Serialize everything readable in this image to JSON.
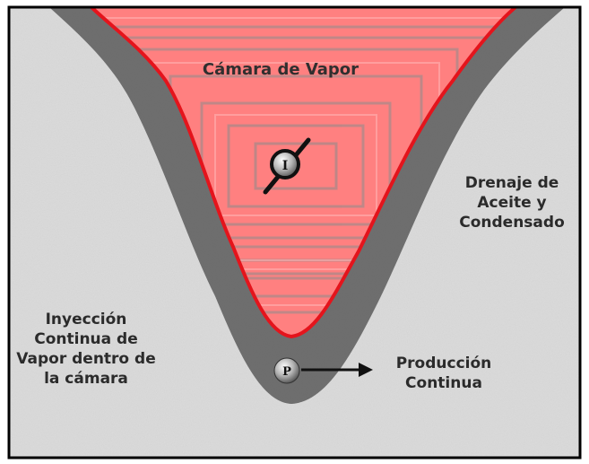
{
  "diagram": {
    "chamber_label": "Cámara de Vapor",
    "drainage_label": [
      "Drenaje de",
      "Aceite y",
      "Condensado"
    ],
    "injection_label": [
      "Inyección",
      "Continua de",
      "Vapor dentro de",
      "la cámara"
    ],
    "production_label": [
      "Producción",
      "Continua"
    ],
    "injector_letter": "I",
    "producer_letter": "P"
  },
  "colors": {
    "background": "#dcdcdc",
    "formation_zone": "#6f6f6f",
    "steam_chamber": "#ff7f7f",
    "chamber_boundary": "#e4141c",
    "frame": "#000000"
  }
}
